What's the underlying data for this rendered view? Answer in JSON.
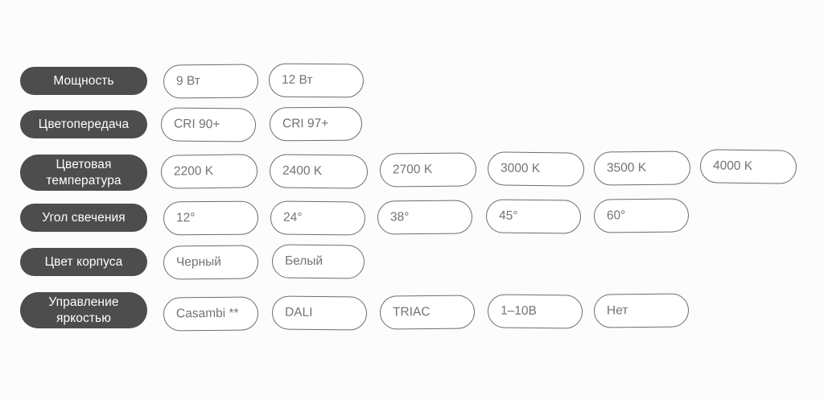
{
  "page": {
    "background_color": "#fcfcfc",
    "label_pill_color": "#4d4d4d",
    "label_text_color": "#ffffff",
    "value_border_color": "#6d6d6d",
    "value_text_color": "#737373",
    "value_fill_color": "#ffffff"
  },
  "rows": [
    {
      "label": "Мощность",
      "label_lines": [
        "Мощность"
      ],
      "values": [
        "9 Вт",
        "12 Вт"
      ]
    },
    {
      "label": "Цветопередача",
      "label_lines": [
        "Цветопередача"
      ],
      "values": [
        "CRI 90+",
        "CRI 97+"
      ]
    },
    {
      "label": "Цветовая температура",
      "label_lines": [
        "Цветовая",
        "температура"
      ],
      "values": [
        "2200 K",
        "2400 K",
        "2700 K",
        "3000 K",
        "3500 K",
        "4000 K"
      ]
    },
    {
      "label": "Угол свечения",
      "label_lines": [
        "Угол свечения"
      ],
      "values": [
        "12°",
        "24°",
        "38°",
        "45°",
        "60°"
      ]
    },
    {
      "label": "Цвет корпуса",
      "label_lines": [
        "Цвет корпуса"
      ],
      "values": [
        "Черный",
        "Белый"
      ]
    },
    {
      "label": "Управление яркостью",
      "label_lines": [
        "Управление",
        "яркостью"
      ],
      "values": [
        "Casambi **",
        "DALI",
        "TRIAC",
        "1–10В",
        "Нет"
      ]
    }
  ]
}
